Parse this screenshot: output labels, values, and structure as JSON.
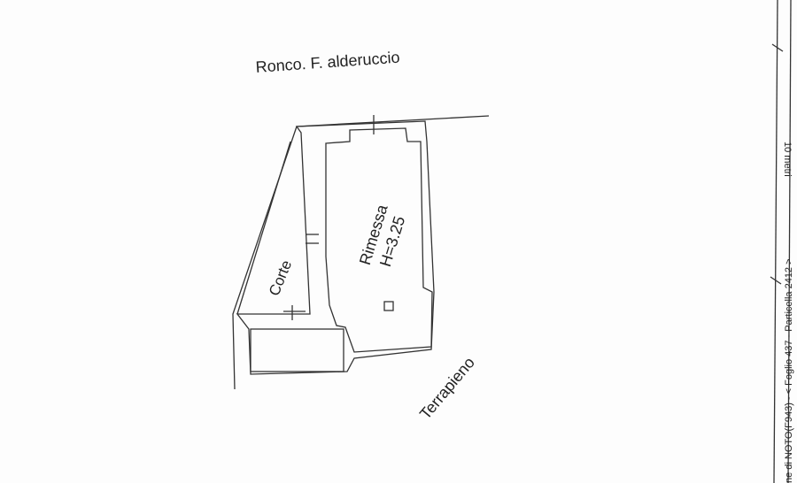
{
  "plan": {
    "street_label": "Ronco. F. alderuccio",
    "room_name": "Rimessa",
    "room_height": "H=3.25",
    "court_label": "Corte",
    "embankment_label": "Terrapieno"
  },
  "margin": {
    "scale_label": "10 metri",
    "cadastral_ref": "ne di NOTO(F943) - < Foglio 437 - Particella 2412 >"
  }
}
